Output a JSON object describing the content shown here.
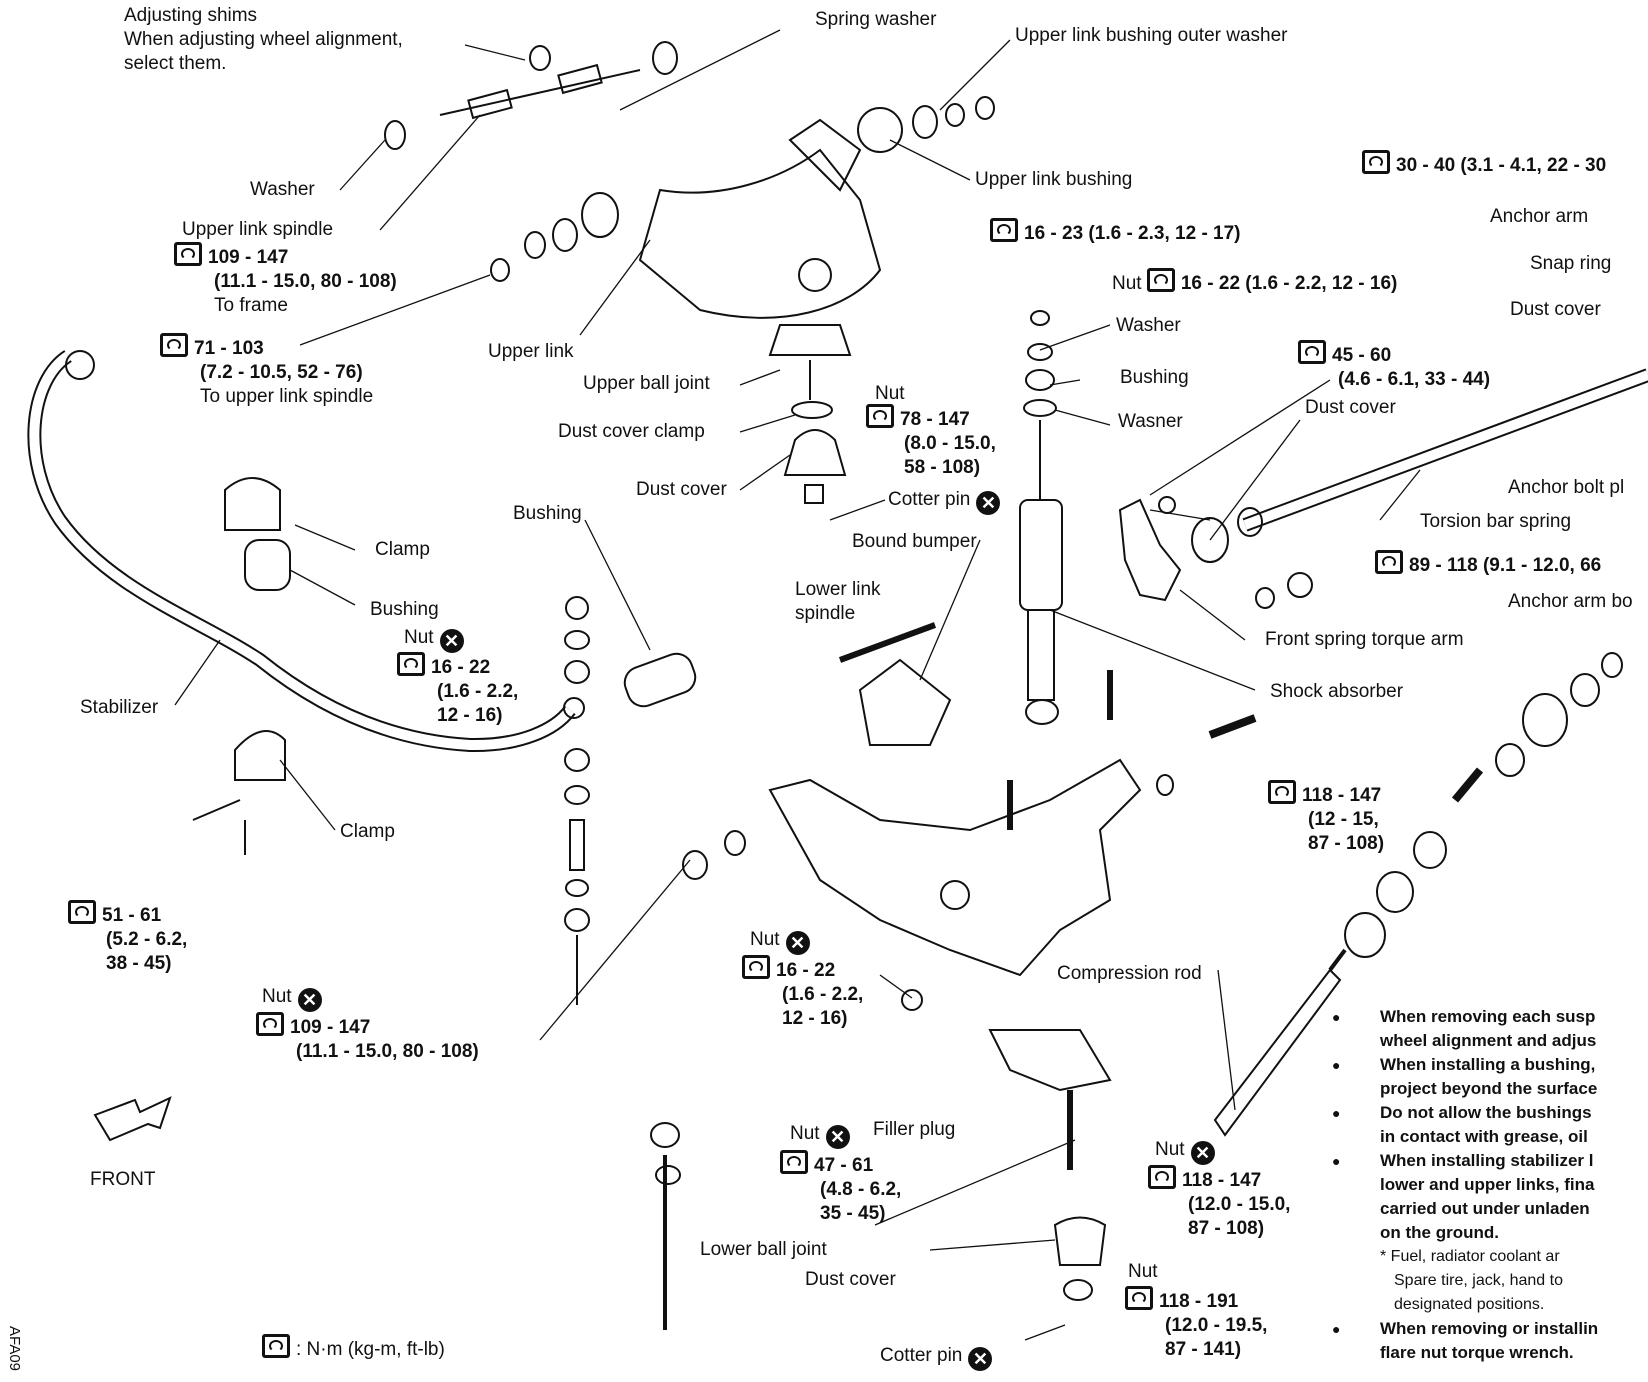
{
  "labels": {
    "adjusting_shims": [
      "Adjusting shims",
      "When adjusting wheel alignment,",
      "select them."
    ],
    "spring_washer": "Spring washer",
    "upper_link_bushing_outer_washer": "Upper link bushing outer washer",
    "washer": "Washer",
    "upper_link_bushing": "Upper link bushing",
    "upper_link_spindle": "Upper link spindle",
    "torque_109_147_frame": [
      "109 - 147",
      "(11.1 - 15.0, 80 - 108)",
      "To frame"
    ],
    "torque_16_23": "16 - 23 (1.6 - 2.3, 12 - 17)",
    "torque_71_103": [
      "71 - 103",
      "(7.2 - 10.5, 52 - 76)",
      "To upper link spindle"
    ],
    "upper_link": "Upper link",
    "nut_16_22_top": "Nut",
    "torque_16_22_top": "16 - 22 (1.6 - 2.2, 12 - 16)",
    "washer_top": "Washer",
    "upper_ball_joint": "Upper ball joint",
    "bushing_shock": "Bushing",
    "washer_bottom": "Wasner",
    "dust_cover_clamp": "Dust cover clamp",
    "nut_mid": "Nut",
    "torque_78_147": [
      "78 - 147",
      "(8.0 - 15.0,",
      "58 - 108)"
    ],
    "dust_cover_upper": "Dust cover",
    "cotter_pin_upper": "Cotter pin",
    "bushing_stabilizer_lower": "Bushing",
    "clamp_upper": "Clamp",
    "bound_bumper": "Bound bumper",
    "bushing_clamp": "Bushing",
    "nut_stabilizer": "Nut",
    "torque_16_22_stab": [
      "16 - 22",
      "(1.6 - 2.2,",
      "12 - 16)"
    ],
    "lower_link_spindle": [
      "Lower link",
      "spindle"
    ],
    "stabilizer": "Stabilizer",
    "clamp_lower": "Clamp",
    "torque_51_61": [
      "51 - 61",
      "(5.2 - 6.2,",
      "38 - 45)"
    ],
    "torque_118_147_right": [
      "118 - 147",
      "(12 - 15,",
      "87 - 108)"
    ],
    "shock_absorber": "Shock absorber",
    "front_spring_torque_arm": "Front spring torque arm",
    "torque_45_60": [
      "45 - 60",
      "(4.6 - 6.1, 33 - 44)"
    ],
    "dust_cover_torsion": "Dust cover",
    "torsion_bar_spring": "Torsion bar spring",
    "anchor_bolt": "Anchor bolt pl",
    "torque_89_118": "89 - 118 (9.1 - 12.0, 66",
    "anchor_arm_bolt": "Anchor arm bo",
    "torque_30_40": "30 - 40 (3.1 - 4.1, 22 - 30",
    "anchor_arm": "Anchor arm",
    "snap_ring": "Snap ring",
    "dust_cover_right": "Dust cover",
    "nut_lower_left": "Nut",
    "torque_109_147_lower": [
      "109 - 147",
      "(11.1 - 15.0, 80 - 108)"
    ],
    "nut_lower_mid": "Nut",
    "torque_16_22_lower": [
      "16 - 22",
      "(1.6 - 2.2,",
      "12 - 16)"
    ],
    "compression_rod": "Compression rod",
    "nut_filler": "Nut",
    "filler_plug": "Filler plug",
    "torque_47_61": [
      "47 - 61",
      "(4.8 - 6.2,",
      "35 - 45)"
    ],
    "nut_comp": "Nut",
    "torque_118_147_comp": [
      "118 - 147",
      "(12.0 - 15.0,",
      "87 - 108)"
    ],
    "lower_ball_joint": "Lower ball joint",
    "dust_cover_lower": "Dust cover",
    "nut_bottom": "Nut",
    "torque_118_191": [
      "118 - 191",
      "(12.0 - 19.5,",
      "87 - 141)"
    ],
    "cotter_pin_lower": "Cotter pin",
    "front": "FRONT",
    "legend": ": N·m (kg-m, ft-lb)",
    "figure_id": "AFA09"
  },
  "notes": [
    [
      "When removing each susp",
      "wheel alignment and adjus"
    ],
    [
      "When installing a bushing,",
      "project beyond the surface"
    ],
    [
      "Do not allow the bushings",
      "in contact with grease, oil"
    ],
    [
      "When installing stabilizer l",
      "lower and upper links, fina",
      "carried out under unladen",
      "on the ground."
    ],
    [
      "When removing or installin",
      "flare nut torque wrench."
    ]
  ],
  "note_sub": [
    "Fuel, radiator coolant ar",
    "Spare tire, jack, hand to",
    "designated positions."
  ]
}
